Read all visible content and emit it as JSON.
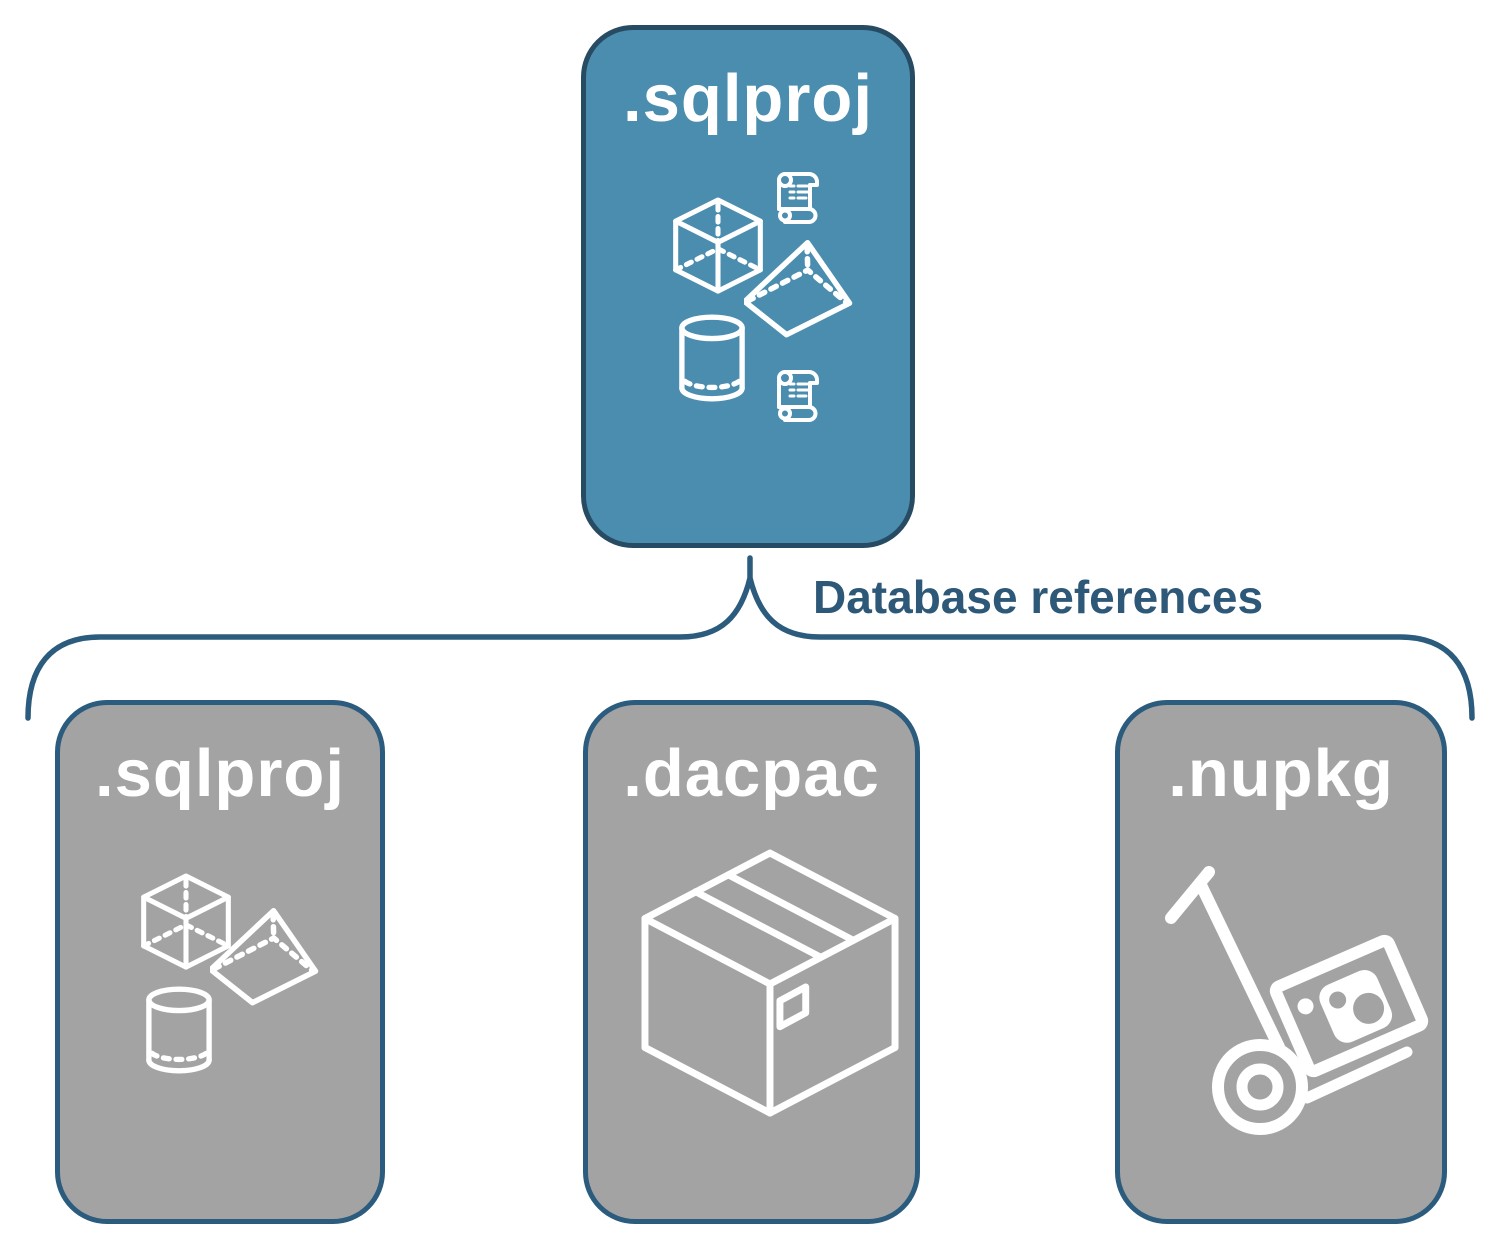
{
  "diagram": {
    "root": {
      "label": ".sqlproj",
      "icons": [
        "scroll-icon",
        "cube-icon",
        "pyramid-icon",
        "cylinder-icon",
        "scroll-icon"
      ]
    },
    "connector_label": "Database references",
    "children": [
      {
        "label": ".sqlproj",
        "icons": [
          "cube-icon",
          "pyramid-icon",
          "cylinder-icon"
        ]
      },
      {
        "label": ".dacpac",
        "icons": [
          "package-box-icon"
        ]
      },
      {
        "label": ".nupkg",
        "icons": [
          "hand-truck-icon"
        ]
      }
    ]
  },
  "colors": {
    "root_fill": "#4a8dae",
    "root_border": "#264b63",
    "child_fill": "#a3a3a3",
    "child_border": "#2b5b7d",
    "connector_stroke": "#2b5b7d",
    "connector_label_color": "#2e5878",
    "node_label_color": "#ffffff",
    "icon_stroke": "#ffffff"
  }
}
